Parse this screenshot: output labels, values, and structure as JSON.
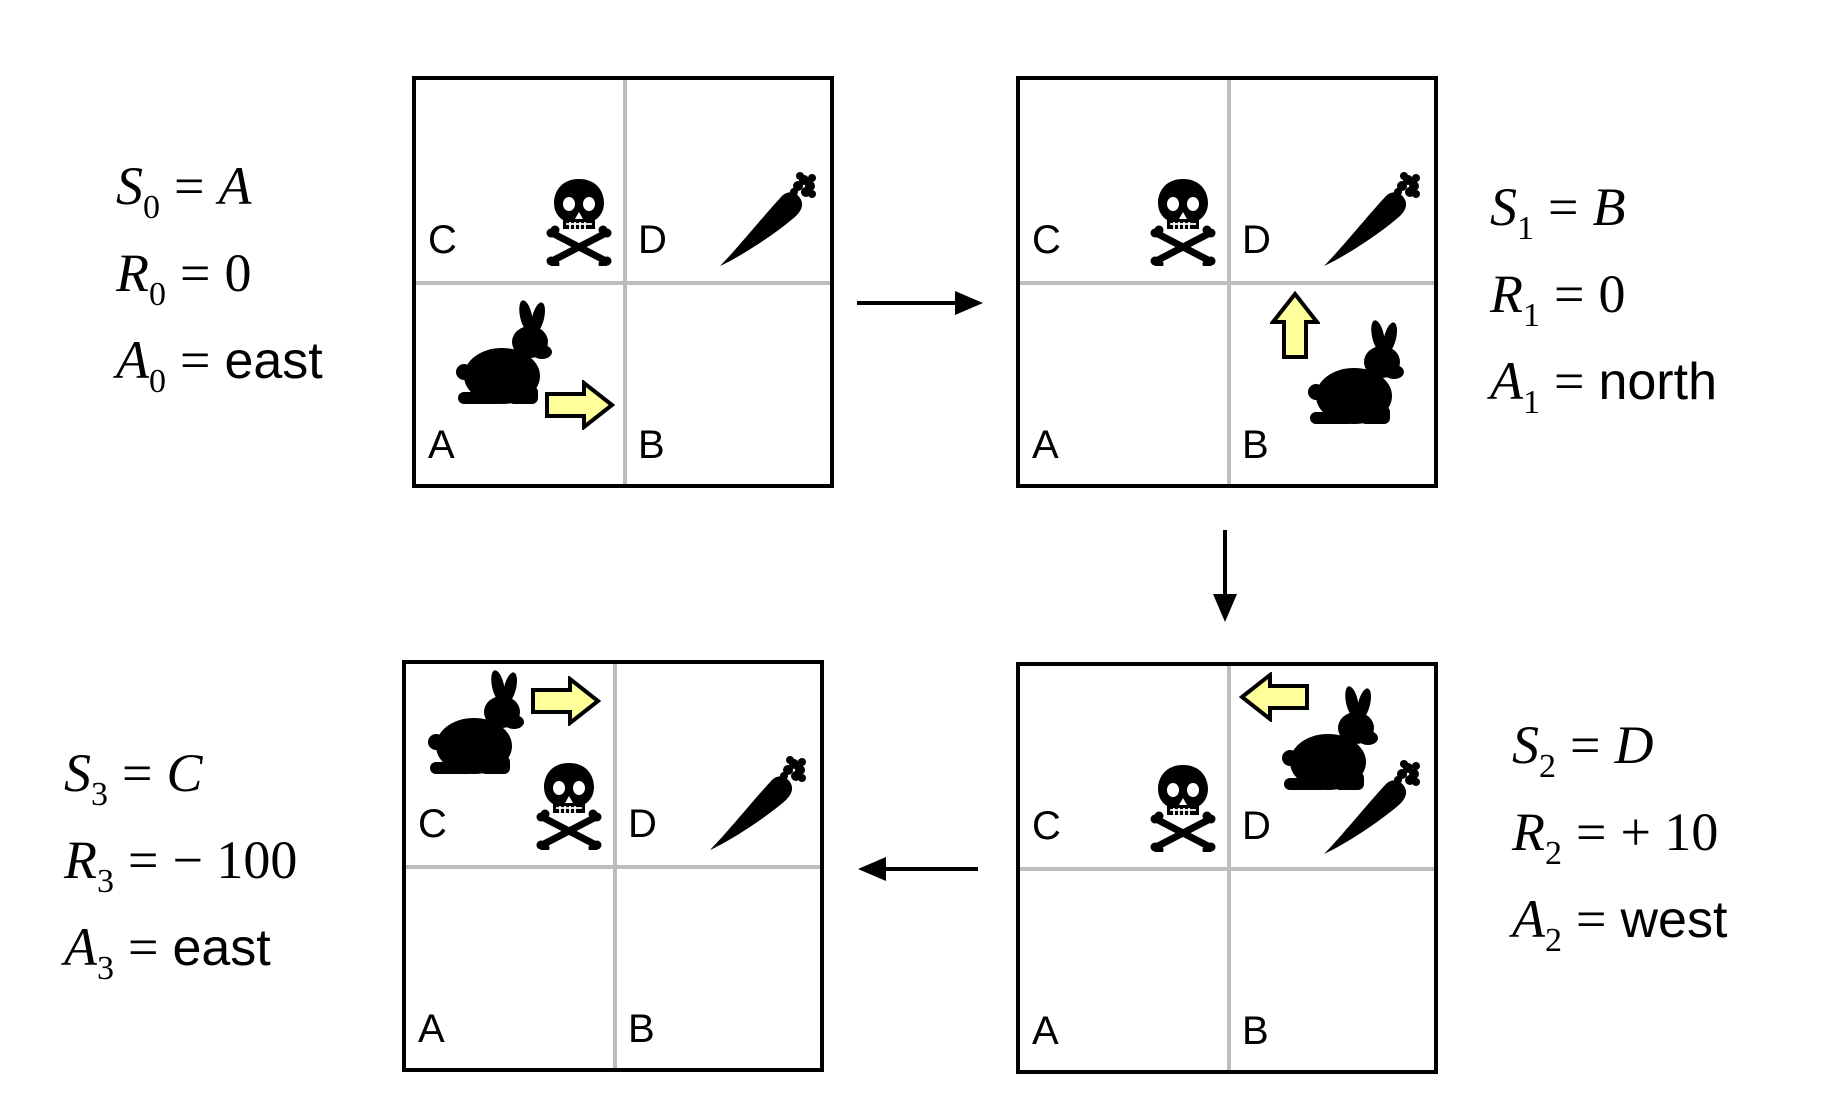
{
  "cell_labels": {
    "A": "A",
    "B": "B",
    "C": "C",
    "D": "D"
  },
  "steps": [
    {
      "state_sym": "S",
      "t": "0",
      "state": "A",
      "reward_sym": "R",
      "reward": "0",
      "action_sym": "A",
      "action": "east"
    },
    {
      "state_sym": "S",
      "t": "1",
      "state": "B",
      "reward_sym": "R",
      "reward": "0",
      "action_sym": "A",
      "action": "north"
    },
    {
      "state_sym": "S",
      "t": "2",
      "state": "D",
      "reward_sym": "R",
      "reward": "+ 10",
      "action_sym": "A",
      "action": "west"
    },
    {
      "state_sym": "S",
      "t": "3",
      "state": "C",
      "reward_sym": "R",
      "reward": "− 100",
      "action_sym": "A",
      "action": "east"
    }
  ],
  "equals": "=",
  "icons": {
    "agent": "rabbit-icon",
    "hazard": "skull-crossbones-icon",
    "goal": "carrot-icon",
    "action": "action-arrow-icon"
  },
  "colors": {
    "action_arrow": "#ffff99",
    "grid_border": "#000000",
    "grid_divider": "#bdbdbd"
  }
}
